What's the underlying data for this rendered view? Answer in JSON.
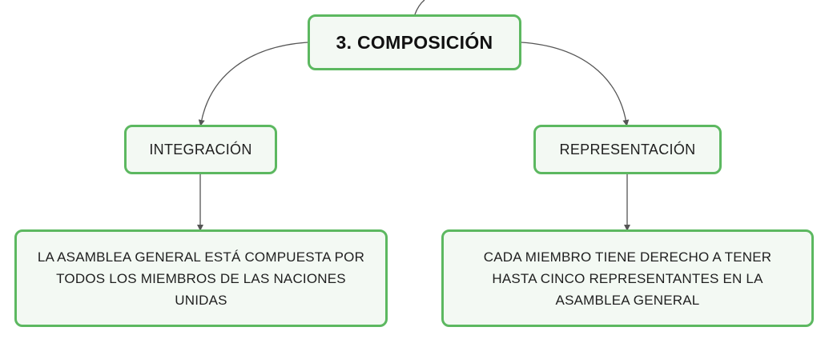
{
  "diagram": {
    "root": {
      "label": "3. COMPOSICIÓN"
    },
    "branches": [
      {
        "label": "INTEGRACIÓN",
        "detail": "LA ASAMBLEA GENERAL ESTÁ COMPUESTA POR TODOS LOS MIEMBROS DE LAS NACIONES UNIDAS"
      },
      {
        "label": "REPRESENTACIÓN",
        "detail": "CADA MIEMBRO TIENE DERECHO A TENER HASTA CINCO REPRESENTANTES EN LA ASAMBLEA GENERAL"
      }
    ],
    "colors": {
      "node_border": "#5cb860",
      "node_fill": "#f3f9f3",
      "connector": "#555555"
    }
  }
}
